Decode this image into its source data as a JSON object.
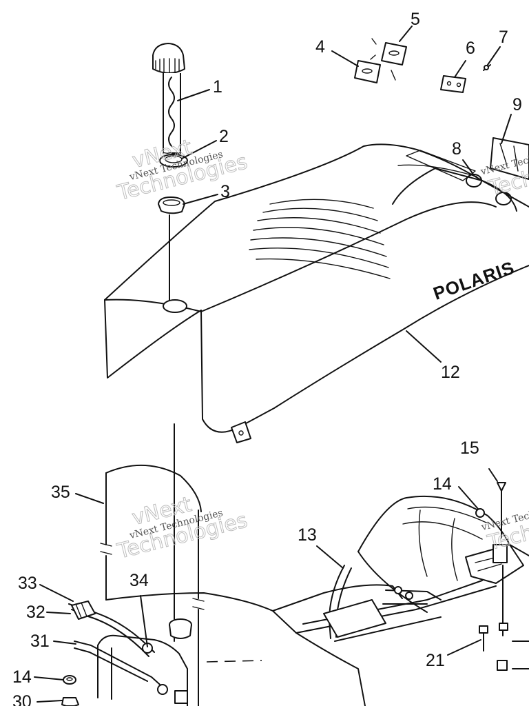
{
  "brand_logo": "POLARIS",
  "watermark": {
    "line1": "vNext",
    "line2": "Technologies",
    "small": "vNext Technologies"
  },
  "callouts": {
    "c1": "1",
    "c2": "2",
    "c3": "3",
    "c4": "4",
    "c5": "5",
    "c6": "6",
    "c7": "7",
    "c8": "8",
    "c9": "9",
    "c12": "12",
    "c13": "13",
    "c14a": "14",
    "c14b": "14",
    "c15": "15",
    "c21": "21",
    "c30": "30",
    "c31": "31",
    "c32": "32",
    "c33": "33",
    "c34": "34",
    "c35": "35"
  }
}
